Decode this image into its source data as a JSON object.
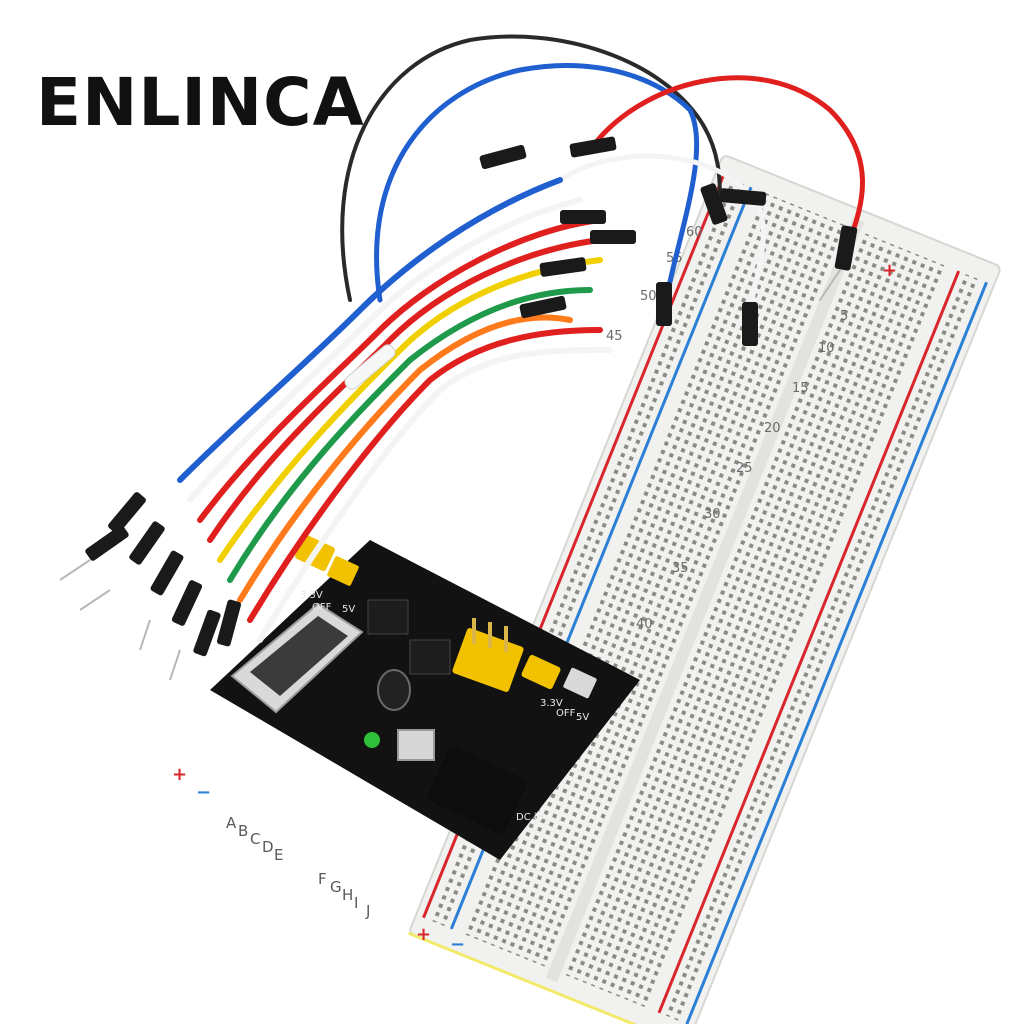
{
  "brand": {
    "name": "ENLINCA"
  },
  "breadboard": {
    "column_numbers": [
      "5",
      "10",
      "15",
      "20",
      "25",
      "30",
      "35",
      "40",
      "45",
      "50",
      "55",
      "60"
    ],
    "row_letters_left": [
      "A",
      "B",
      "C",
      "D",
      "E"
    ],
    "row_letters_right": [
      "F",
      "G",
      "H",
      "I",
      "J"
    ],
    "rail_plus": "+",
    "rail_minus": "−",
    "colors": {
      "body": "#f1f1ef",
      "red_rail": "#d8262c",
      "blue_rail": "#2b7fd6"
    }
  },
  "power_module": {
    "silkscreen_3v3": "3.3V",
    "silkscreen_off": "OFF",
    "silkscreen_5v": "5V",
    "dc_label": "DC in",
    "colors": {
      "pcb": "#121212",
      "jumper": "#f2c200",
      "led": "#2fbf3a"
    }
  },
  "jumper_wires": {
    "colors": [
      "#e0201e",
      "#1f5fd0",
      "#f0d000",
      "#1e9a4a",
      "#ff7a1a",
      "#f4f4f4",
      "#2a2a2a"
    ]
  }
}
